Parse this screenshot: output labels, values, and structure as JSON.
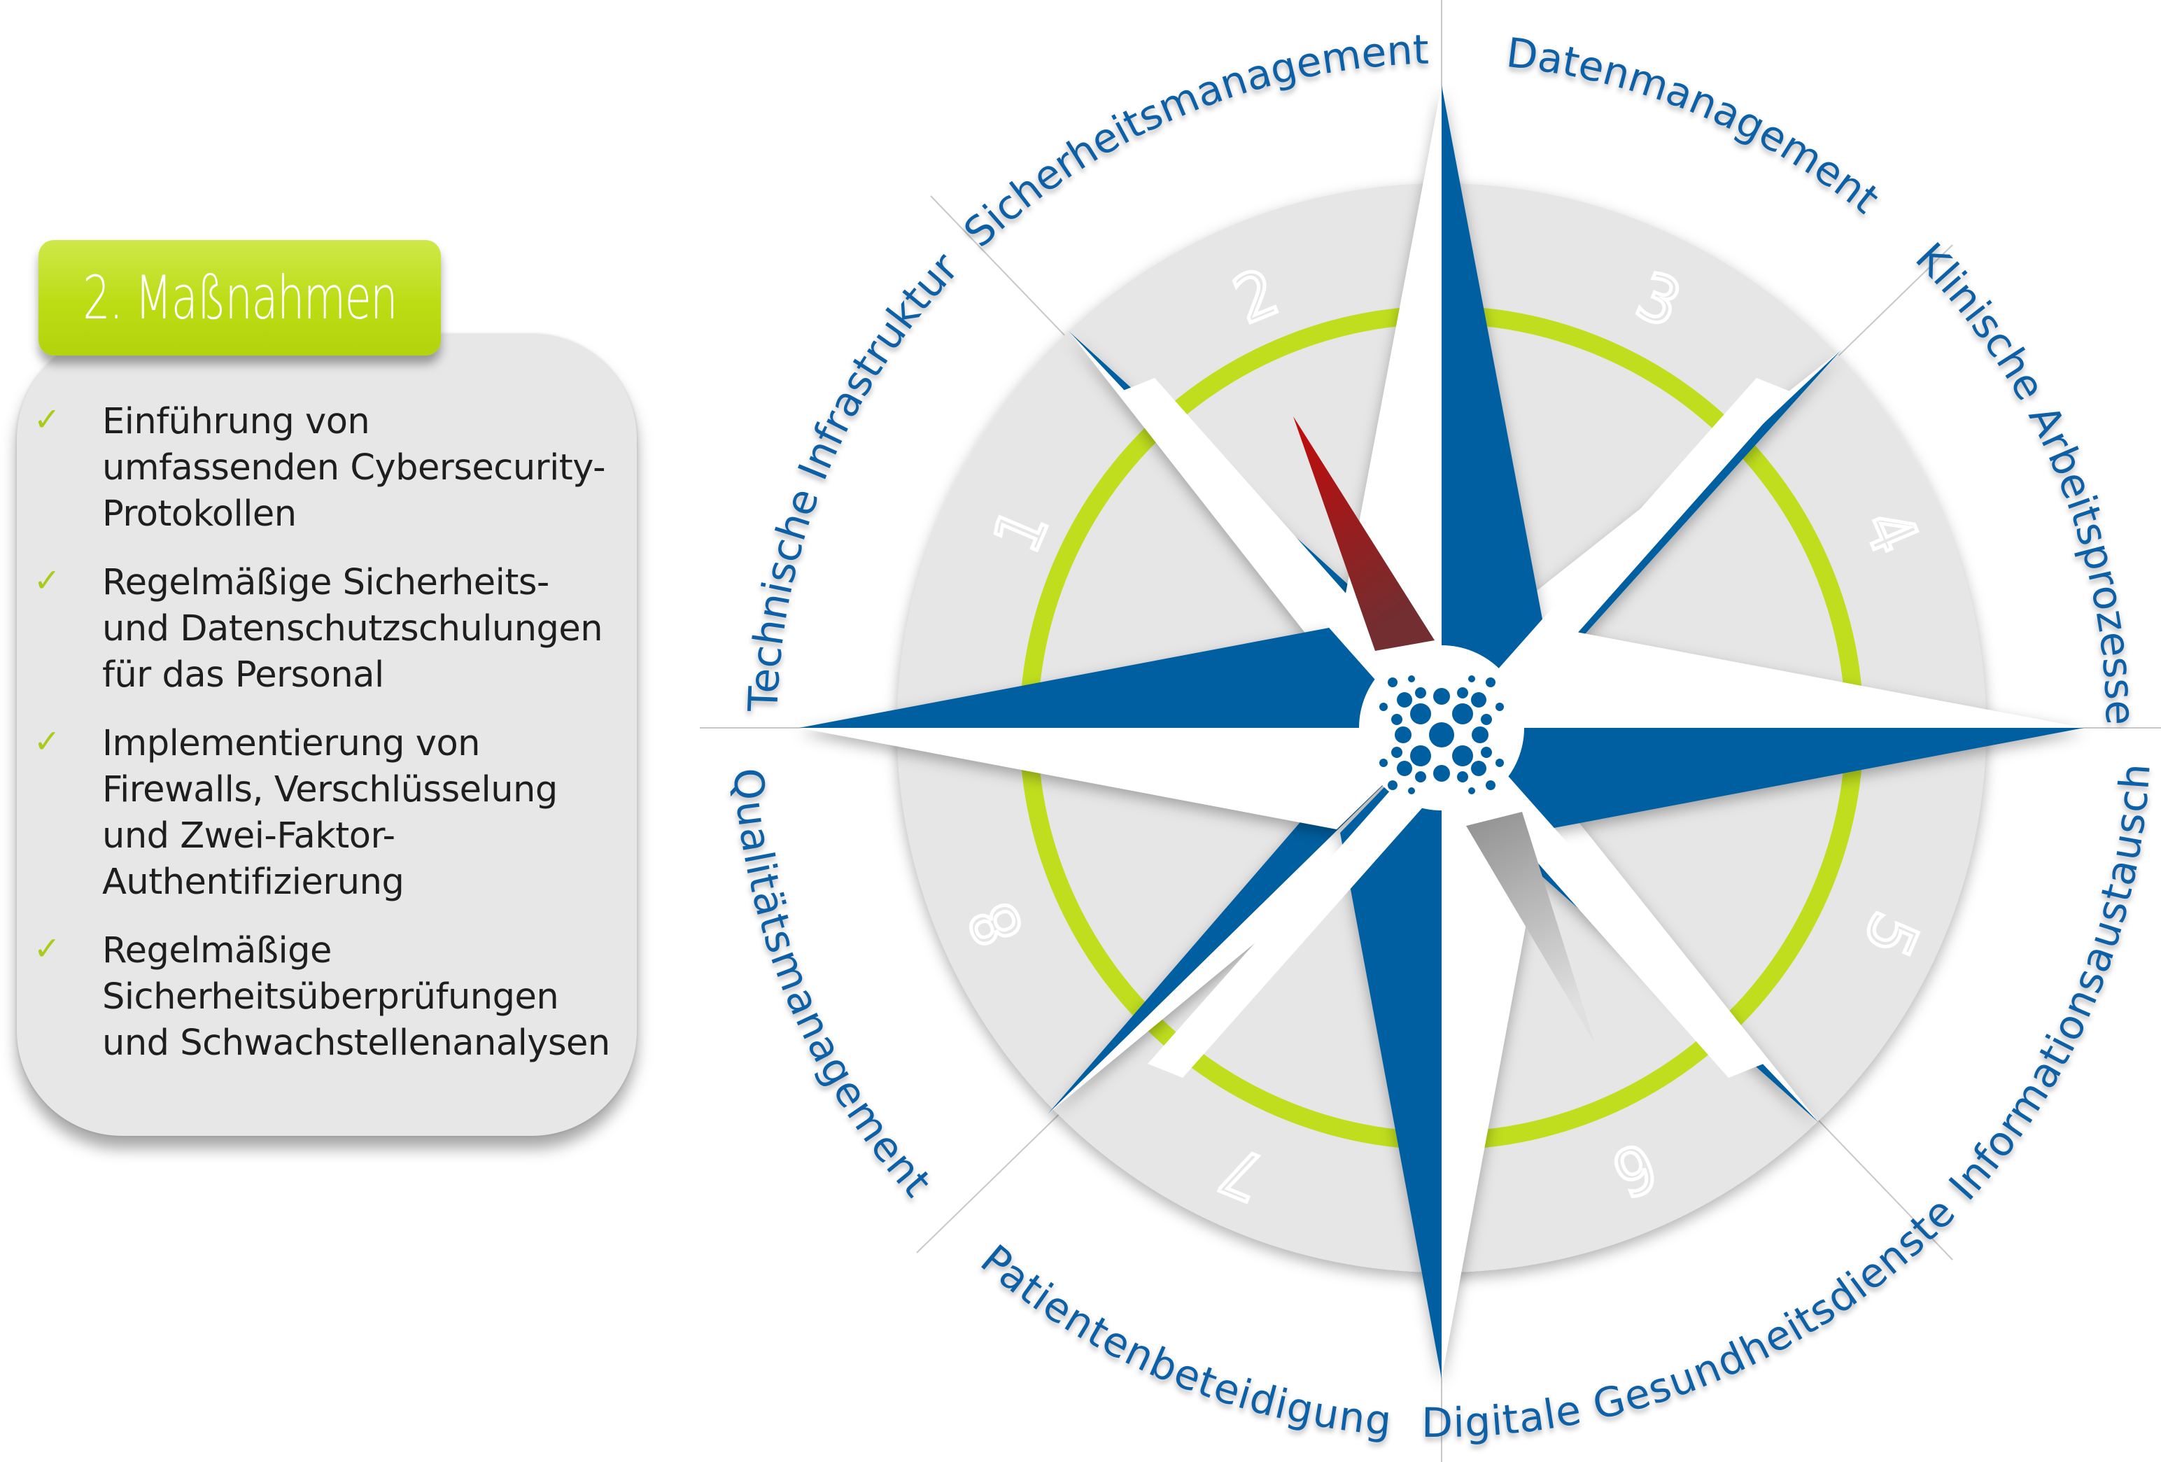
{
  "panel": {
    "title": "2. Maßnahmen",
    "accent_color": "#bcdc14",
    "check_icon": "checkmark-icon",
    "items": [
      {
        "lines": [
          "Einführung von",
          "umfassenden Cybersecurity-",
          "Protokollen"
        ]
      },
      {
        "lines": [
          "Regelmäßige Sicherheits-",
          "und Datenschutzschulungen",
          "für das Personal"
        ]
      },
      {
        "lines": [
          "Implementierung von",
          "Firewalls, Verschlüsselung",
          "und Zwei-Faktor-",
          "Authentifizierung"
        ]
      },
      {
        "lines": [
          "Regelmäßige",
          "Sicherheitsüberprüfungen",
          "und Schwachstellenanalysen"
        ]
      }
    ]
  },
  "compass": {
    "colors": {
      "blue": "#005fa0",
      "ring": "#c0de1e",
      "disc": "#e6e6e6",
      "needle_red": "#b80c0c",
      "needle_grey": "#9a9a9a"
    },
    "segments": [
      {
        "number": "1",
        "label": "Technische Infrastruktur"
      },
      {
        "number": "2",
        "label": "Sicherheitsmanagement"
      },
      {
        "number": "3",
        "label": "Datenmanagement"
      },
      {
        "number": "4",
        "label": "Klinische Arbeitsprozesse"
      },
      {
        "number": "5",
        "label": "Informationsaustausch"
      },
      {
        "number": "6",
        "label": "Digitale Gesundheitsdienste"
      },
      {
        "number": "7",
        "label": "Patientenbeteidigung"
      },
      {
        "number": "8",
        "label": "Qualitätsmanagement"
      }
    ]
  }
}
